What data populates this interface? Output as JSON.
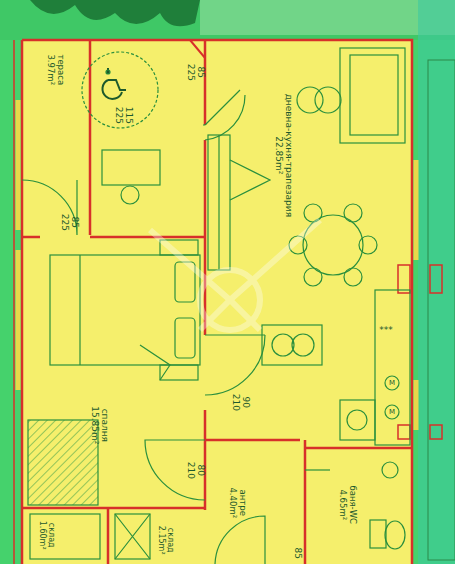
{
  "diagram": {
    "nodes": [
      {
        "text": [
          "тераса",
          "3.97m²"
        ]
      },
      {
        "text": [
          "дневна-кухня-трапезария",
          "22.85m²"
        ]
      },
      {
        "text": [
          "спалня",
          "15.85m²"
        ]
      },
      {
        "text": [
          "антре",
          "4.40m²"
        ]
      },
      {
        "text": [
          "баня-WC",
          "4.65m²"
        ]
      },
      {
        "text": [
          "склад",
          "1.60m²"
        ]
      },
      {
        "text": [
          "склад",
          "2.15m²"
        ]
      }
    ],
    "labels": [
      "115 225",
      "85 225",
      "85 225",
      "90 210",
      "80 210",
      "85",
      "***",
      "M",
      "M"
    ]
  }
}
